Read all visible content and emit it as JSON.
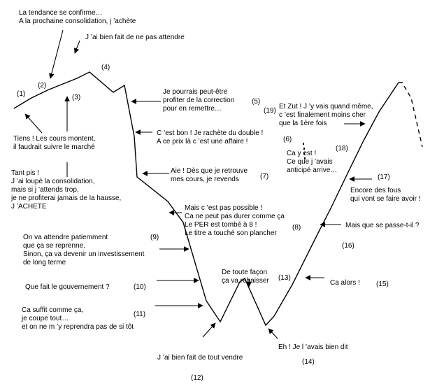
{
  "labels": {
    "n1": "(1)",
    "n2": "(2)",
    "n3": "(3)",
    "n4": "(4)",
    "n5": "(5)",
    "n6": "(6)",
    "n7": "(7)",
    "n8": "(8)",
    "n9": "(9)",
    "n10": "(10)",
    "n11": "(11)",
    "n12": "(12)",
    "n13": "(13)",
    "n14": "(14)",
    "n15": "(15)",
    "n16": "(16)",
    "n17": "(17)",
    "n18": "(18)",
    "n19": "(19)"
  },
  "texts": {
    "t_tendance": [
      "La tendance se confirme…",
      "A la prochaine consolidation, j ’achète"
    ],
    "t_bien_attendre": [
      "J ’ai bien fait de ne pas attendre"
    ],
    "t_tiens": [
      "Tiens ! Les cours montent,",
      "il faudrait suivre le marché"
    ],
    "t_tant_pis": [
      "Tant pis !",
      "J ’ai loupé la consolidation,",
      "mais si j ’attends trop,",
      "je ne profiterai jamais de la hausse,",
      "J ’ACHETE"
    ],
    "t_correction": [
      "Je pourrais peut-être",
      "profiter de la correction",
      "pour en remettre…"
    ],
    "t_cest_bon": [
      "C ’est bon ! Je rachète du double !",
      "A ce prix là c ’est une affaire !"
    ],
    "t_aie": [
      "Aie ! Dès que je retrouve",
      "mes cours, je revends"
    ],
    "t_pas_possible": [
      "Mais c ’est pas possible !",
      "Ca ne peut pas durer comme ça",
      "Le PER est tombé à 8 !",
      "Le titre a touché son plancher"
    ],
    "t_attendre": [
      "On va attendre patiemment",
      "que ça se reprenne.",
      "Sinon, ça va devenir un investissement",
      "de long terme"
    ],
    "t_gouvernement": [
      "Que fait le gouvernement ?"
    ],
    "t_suffit": [
      "Ca suffit comme ça,",
      "je coupe tout…",
      "et on ne m ’y reprendra pas de si tôt"
    ],
    "t_tout_vendre": [
      "J ’ai bien fait de tout vendre"
    ],
    "t_rebaisser": [
      "De toute façon",
      "ça va rebaisser"
    ],
    "t_bien_dit": [
      "Eh ! Je l ’avais bien dit"
    ],
    "t_ca_alors": [
      "Ca alors !"
    ],
    "t_passe": [
      "Mais que se passe-t-il ?"
    ],
    "t_fous": [
      "Encore des fous",
      "qui vont se faire avoir !"
    ],
    "t_ca_y_est": [
      "Ca y est !",
      "Ce que j ’avais",
      "anticipé arrive…"
    ],
    "t_zut": [
      "Et Zut ! J ’y vais quand même,",
      "c ’est finalement moins cher",
      "que la 1ère fois"
    ]
  }
}
